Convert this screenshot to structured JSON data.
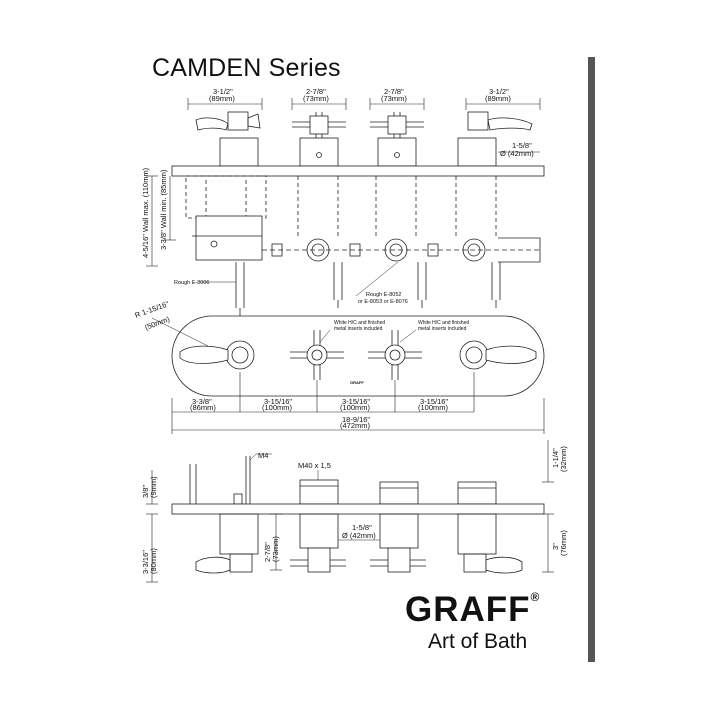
{
  "page": {
    "title": "CAMDEN Series",
    "brand": "GRAFF",
    "tagline": "Art of Bath",
    "registered_mark": "®"
  },
  "front_view": {
    "top_dims": [
      {
        "inch": "3-1/2\"",
        "mm": "(89mm)"
      },
      {
        "inch": "2-7/8\"",
        "mm": "(73mm)"
      },
      {
        "inch": "2-7/8\"",
        "mm": "(73mm)"
      },
      {
        "inch": "3-1/2\"",
        "mm": "(89mm)"
      }
    ],
    "escutcheon_dim": {
      "inch": "1-5/8\"",
      "mm": "Ø (42mm)"
    },
    "wall_max": "4-5/16\"  Wall max. (110mm)",
    "wall_min": "3-3/8\"  Wall min. (85mm)",
    "rough_left": "Rough E-8006",
    "rough_right_1": "Rough E-8052",
    "rough_right_2": "or E-8053 or E-8076"
  },
  "plan_view": {
    "radius": "R  1-15/16\"",
    "radius_mm": "(50mm)",
    "note_1": "White H/C and finished",
    "note_1b": "metal inserts included",
    "note_2": "White H/C and finished",
    "note_2b": "metal inserts included",
    "spacing": [
      {
        "inch": "3-3/8\"",
        "mm": "(86mm)"
      },
      {
        "inch": "3-15/16\"",
        "mm": "(100mm)"
      },
      {
        "inch": "3-15/16\"",
        "mm": "(100mm)"
      },
      {
        "inch": "3-15/16\"",
        "mm": "(100mm)"
      }
    ],
    "overall": {
      "inch": "18-9/16\"",
      "mm": "(472mm)"
    },
    "plate_brand": "GRAFF"
  },
  "side_view": {
    "m4": "M4",
    "thread": "M40 x 1,5",
    "left_top": {
      "inch": "3/8\"",
      "mm": "(9mm)"
    },
    "left_bottom": {
      "inch": "3-3/16\"",
      "mm": "(80mm)"
    },
    "inner": {
      "inch": "2-7/8\"",
      "mm": "(73mm)"
    },
    "sleeve": {
      "inch": "1-5/8\"",
      "mm": "Ø (42mm)"
    },
    "right_top": {
      "inch": "1-1/4\"",
      "mm": "(32mm)"
    },
    "right_bottom": {
      "inch": "3\"",
      "mm": "(76mm)"
    }
  }
}
